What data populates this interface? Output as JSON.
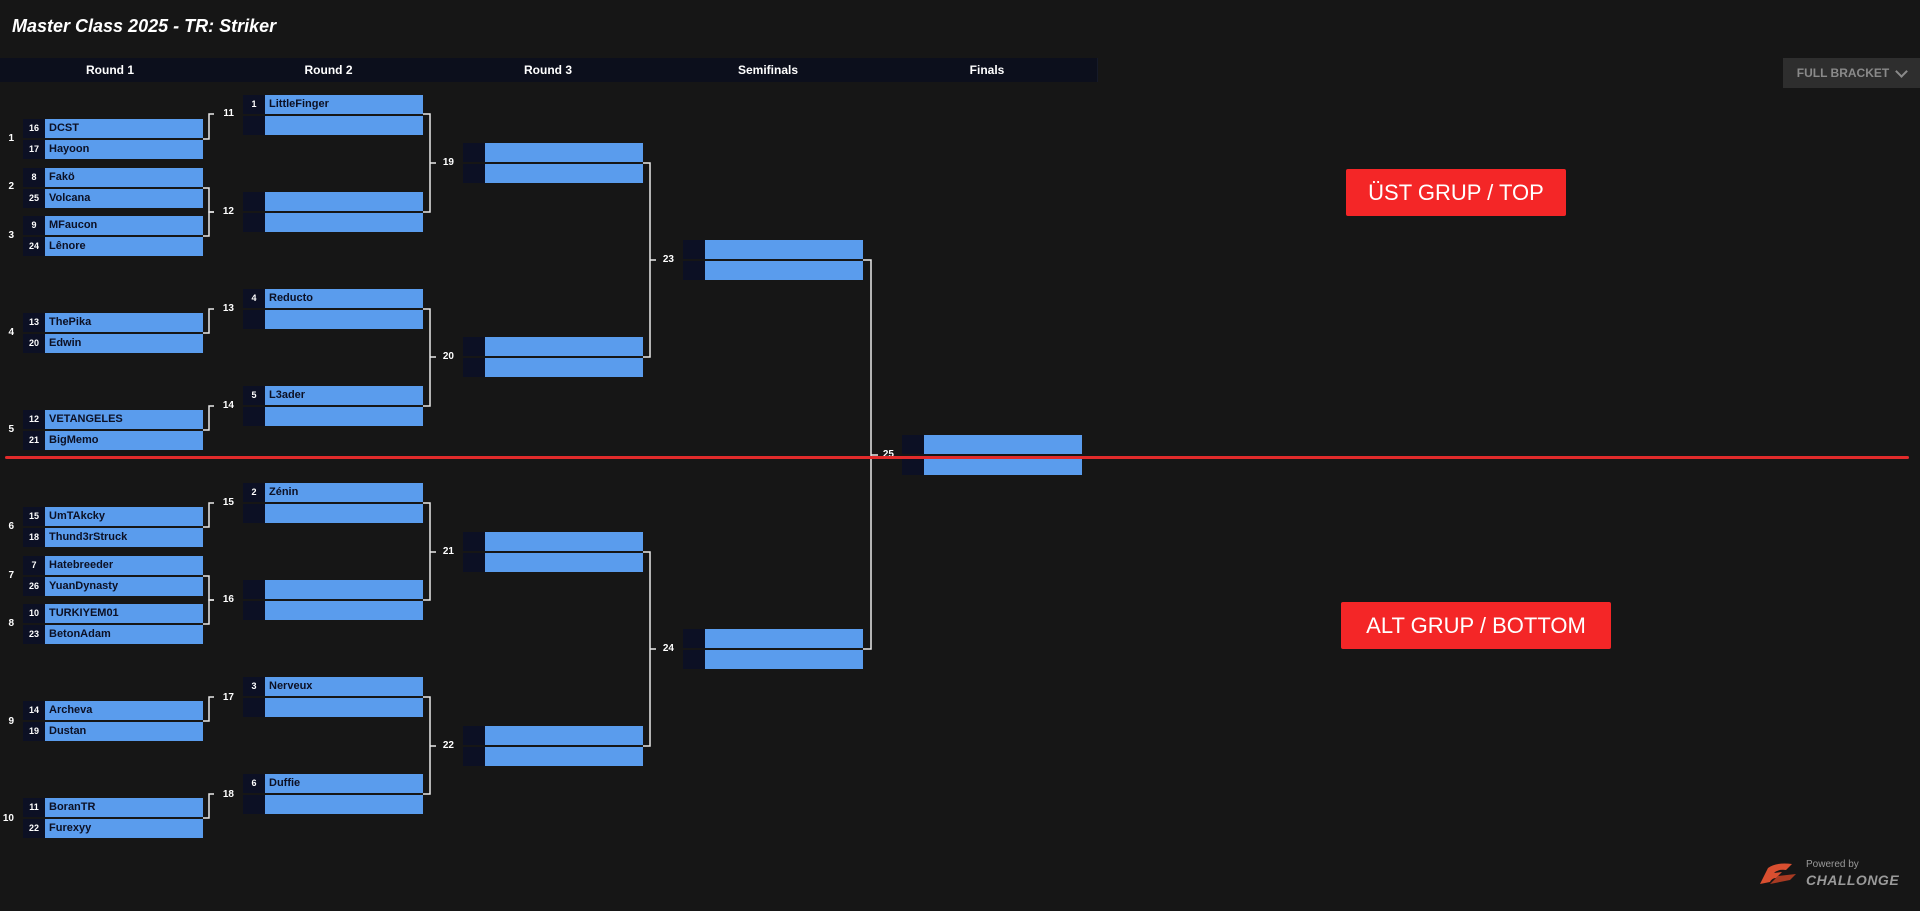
{
  "title": "Master Class 2025 - TR: Striker",
  "rounds": [
    "Round 1",
    "Round 2",
    "Round 3",
    "Semifinals",
    "Finals"
  ],
  "full_bracket_label": "FULL BRACKET",
  "callouts": {
    "top": "ÜST GRUP / TOP",
    "bottom": "ALT GRUP / BOTTOM"
  },
  "powered": {
    "line1": "Powered by",
    "line2": "CHALLONGE"
  },
  "colors": {
    "slot": "#5a9ced",
    "seed_bg": "#0c1024",
    "callout": "#f42627",
    "divider": "#e22b2b",
    "background": "#161616"
  },
  "matches": [
    {
      "num": "1",
      "p1": {
        "seed": "16",
        "name": "DCST"
      },
      "p2": {
        "seed": "17",
        "name": "Hayoon"
      }
    },
    {
      "num": "2",
      "p1": {
        "seed": "8",
        "name": "Fakö"
      },
      "p2": {
        "seed": "25",
        "name": "Volcana"
      }
    },
    {
      "num": "3",
      "p1": {
        "seed": "9",
        "name": "MFaucon"
      },
      "p2": {
        "seed": "24",
        "name": "Lênore"
      }
    },
    {
      "num": "4",
      "p1": {
        "seed": "13",
        "name": "ThePika"
      },
      "p2": {
        "seed": "20",
        "name": "Edwin"
      }
    },
    {
      "num": "5",
      "p1": {
        "seed": "12",
        "name": "VETANGELES"
      },
      "p2": {
        "seed": "21",
        "name": "BigMemo"
      }
    },
    {
      "num": "6",
      "p1": {
        "seed": "15",
        "name": "UmTAkcky"
      },
      "p2": {
        "seed": "18",
        "name": "Thund3rStruck"
      }
    },
    {
      "num": "7",
      "p1": {
        "seed": "7",
        "name": "Hatebreeder"
      },
      "p2": {
        "seed": "26",
        "name": "YuanDynasty"
      }
    },
    {
      "num": "8",
      "p1": {
        "seed": "10",
        "name": "TURKIYEM01"
      },
      "p2": {
        "seed": "23",
        "name": "BetonAdam"
      }
    },
    {
      "num": "9",
      "p1": {
        "seed": "14",
        "name": "Archeva"
      },
      "p2": {
        "seed": "19",
        "name": "Dustan"
      }
    },
    {
      "num": "10",
      "p1": {
        "seed": "11",
        "name": "BoranTR"
      },
      "p2": {
        "seed": "22",
        "name": "Furexyy"
      }
    },
    {
      "num": "11",
      "p1": {
        "seed": "1",
        "name": "LittleFinger"
      },
      "p2": {
        "seed": "",
        "name": ""
      }
    },
    {
      "num": "12",
      "p1": {
        "seed": "",
        "name": ""
      },
      "p2": {
        "seed": "",
        "name": ""
      }
    },
    {
      "num": "13",
      "p1": {
        "seed": "4",
        "name": "Reducto"
      },
      "p2": {
        "seed": "",
        "name": ""
      }
    },
    {
      "num": "14",
      "p1": {
        "seed": "5",
        "name": "L3ader"
      },
      "p2": {
        "seed": "",
        "name": ""
      }
    },
    {
      "num": "15",
      "p1": {
        "seed": "2",
        "name": "Zénin"
      },
      "p2": {
        "seed": "",
        "name": ""
      }
    },
    {
      "num": "16",
      "p1": {
        "seed": "",
        "name": ""
      },
      "p2": {
        "seed": "",
        "name": ""
      }
    },
    {
      "num": "17",
      "p1": {
        "seed": "3",
        "name": "Nerveux"
      },
      "p2": {
        "seed": "",
        "name": ""
      }
    },
    {
      "num": "18",
      "p1": {
        "seed": "6",
        "name": "Duffie"
      },
      "p2": {
        "seed": "",
        "name": ""
      }
    },
    {
      "num": "19",
      "p1": {
        "seed": "",
        "name": ""
      },
      "p2": {
        "seed": "",
        "name": ""
      }
    },
    {
      "num": "20",
      "p1": {
        "seed": "",
        "name": ""
      },
      "p2": {
        "seed": "",
        "name": ""
      }
    },
    {
      "num": "21",
      "p1": {
        "seed": "",
        "name": ""
      },
      "p2": {
        "seed": "",
        "name": ""
      }
    },
    {
      "num": "22",
      "p1": {
        "seed": "",
        "name": ""
      },
      "p2": {
        "seed": "",
        "name": ""
      }
    },
    {
      "num": "23",
      "p1": {
        "seed": "",
        "name": ""
      },
      "p2": {
        "seed": "",
        "name": ""
      }
    },
    {
      "num": "24",
      "p1": {
        "seed": "",
        "name": ""
      },
      "p2": {
        "seed": "",
        "name": ""
      }
    },
    {
      "num": "25",
      "p1": {
        "seed": "",
        "name": ""
      },
      "p2": {
        "seed": "",
        "name": ""
      }
    }
  ]
}
